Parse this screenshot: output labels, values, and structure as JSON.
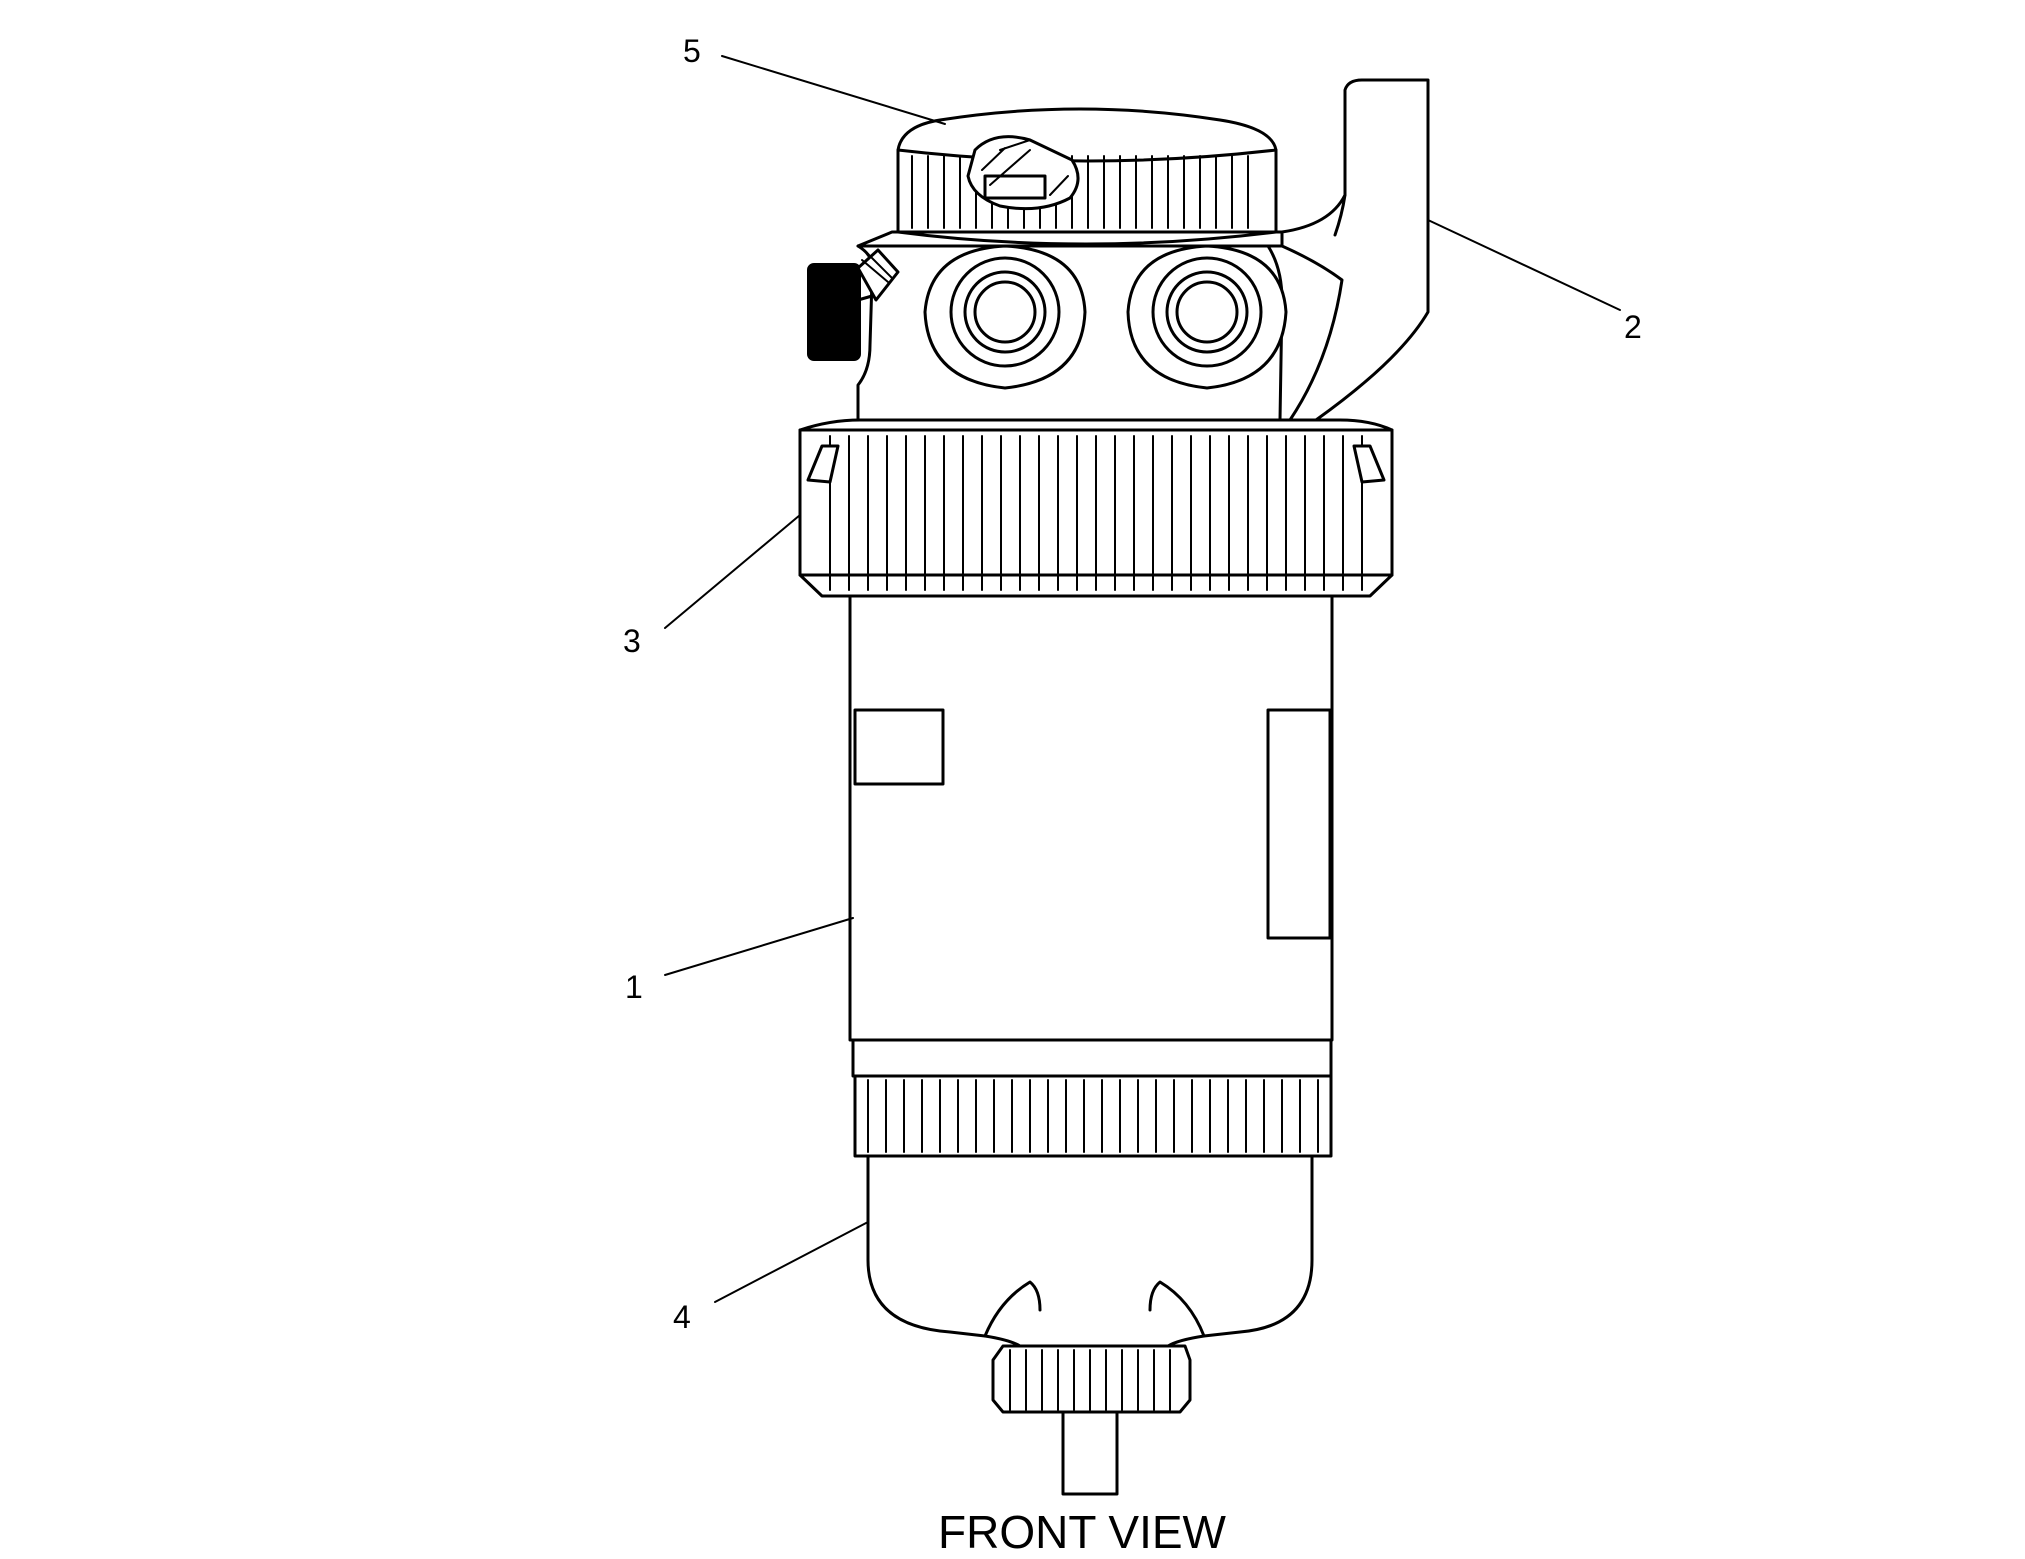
{
  "callouts": [
    {
      "id": "1",
      "label": "1"
    },
    {
      "id": "2",
      "label": "2"
    },
    {
      "id": "3",
      "label": "3"
    },
    {
      "id": "4",
      "label": "4"
    },
    {
      "id": "5",
      "label": "5"
    }
  ],
  "caption": "FRONT VIEW"
}
